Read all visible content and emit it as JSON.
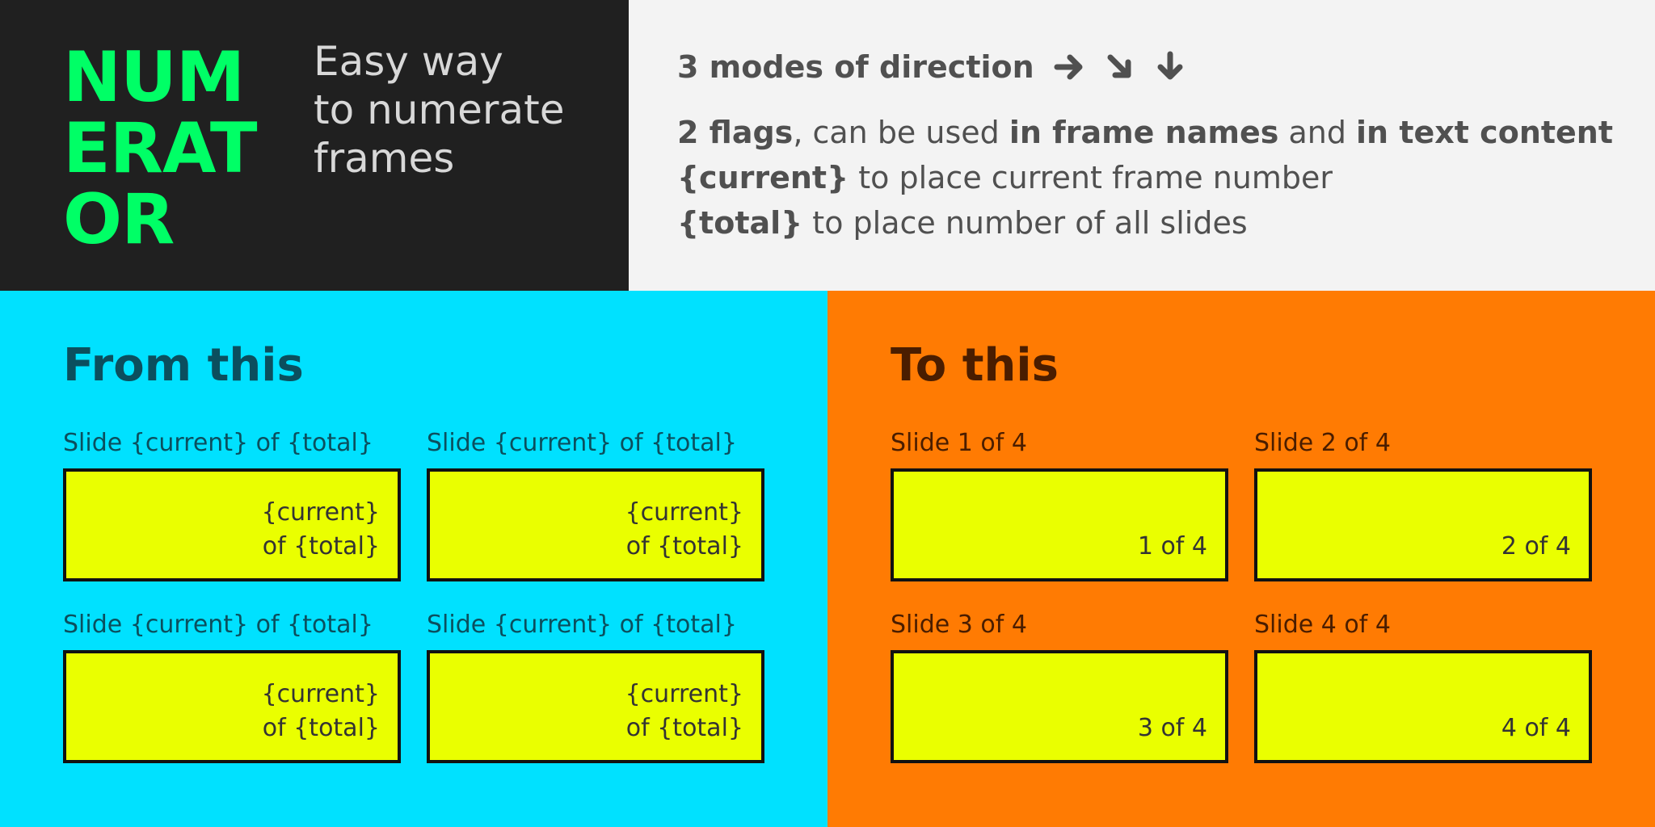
{
  "header": {
    "logo_lines": [
      "NUM",
      "ERAT",
      "OR"
    ],
    "tagline_lines": [
      "Easy way",
      "to numerate",
      "frames"
    ],
    "modes_text": "3 modes of direction",
    "direction_icons": [
      "arrow-right-icon",
      "arrow-down-right-icon",
      "arrow-down-icon"
    ],
    "flags_line": {
      "part1": "2 flags",
      "part2": ", can be used ",
      "part3": "in frame names",
      "part4": " and ",
      "part5": "in text content"
    },
    "current_line": {
      "flag": "{current}",
      "text": " to place current frame number"
    },
    "total_line": {
      "flag": "{total}",
      "text": " to place number of all slides"
    }
  },
  "from_panel": {
    "title": "From this",
    "slides": [
      {
        "label": "Slide {current} of {total}",
        "line1": "{current}",
        "line2": "of {total}"
      },
      {
        "label": "Slide {current} of {total}",
        "line1": "{current}",
        "line2": "of {total}"
      },
      {
        "label": "Slide {current} of {total}",
        "line1": "{current}",
        "line2": "of {total}"
      },
      {
        "label": "Slide {current} of {total}",
        "line1": "{current}",
        "line2": "of {total}"
      }
    ]
  },
  "to_panel": {
    "title": "To this",
    "slides": [
      {
        "label": "Slide 1 of 4",
        "text": "1 of 4"
      },
      {
        "label": "Slide 2 of 4",
        "text": "2 of 4"
      },
      {
        "label": "Slide 3 of 4",
        "text": "3 of 4"
      },
      {
        "label": "Slide 4 of 4",
        "text": "4 of 4"
      }
    ]
  },
  "colors": {
    "dark_bg": "#202020",
    "light_bg": "#f3f3f3",
    "logo_green": "#00ff66",
    "cyan_bg": "#00e1ff",
    "orange_bg": "#ff7b03",
    "slide_yellow": "#eaff00"
  }
}
